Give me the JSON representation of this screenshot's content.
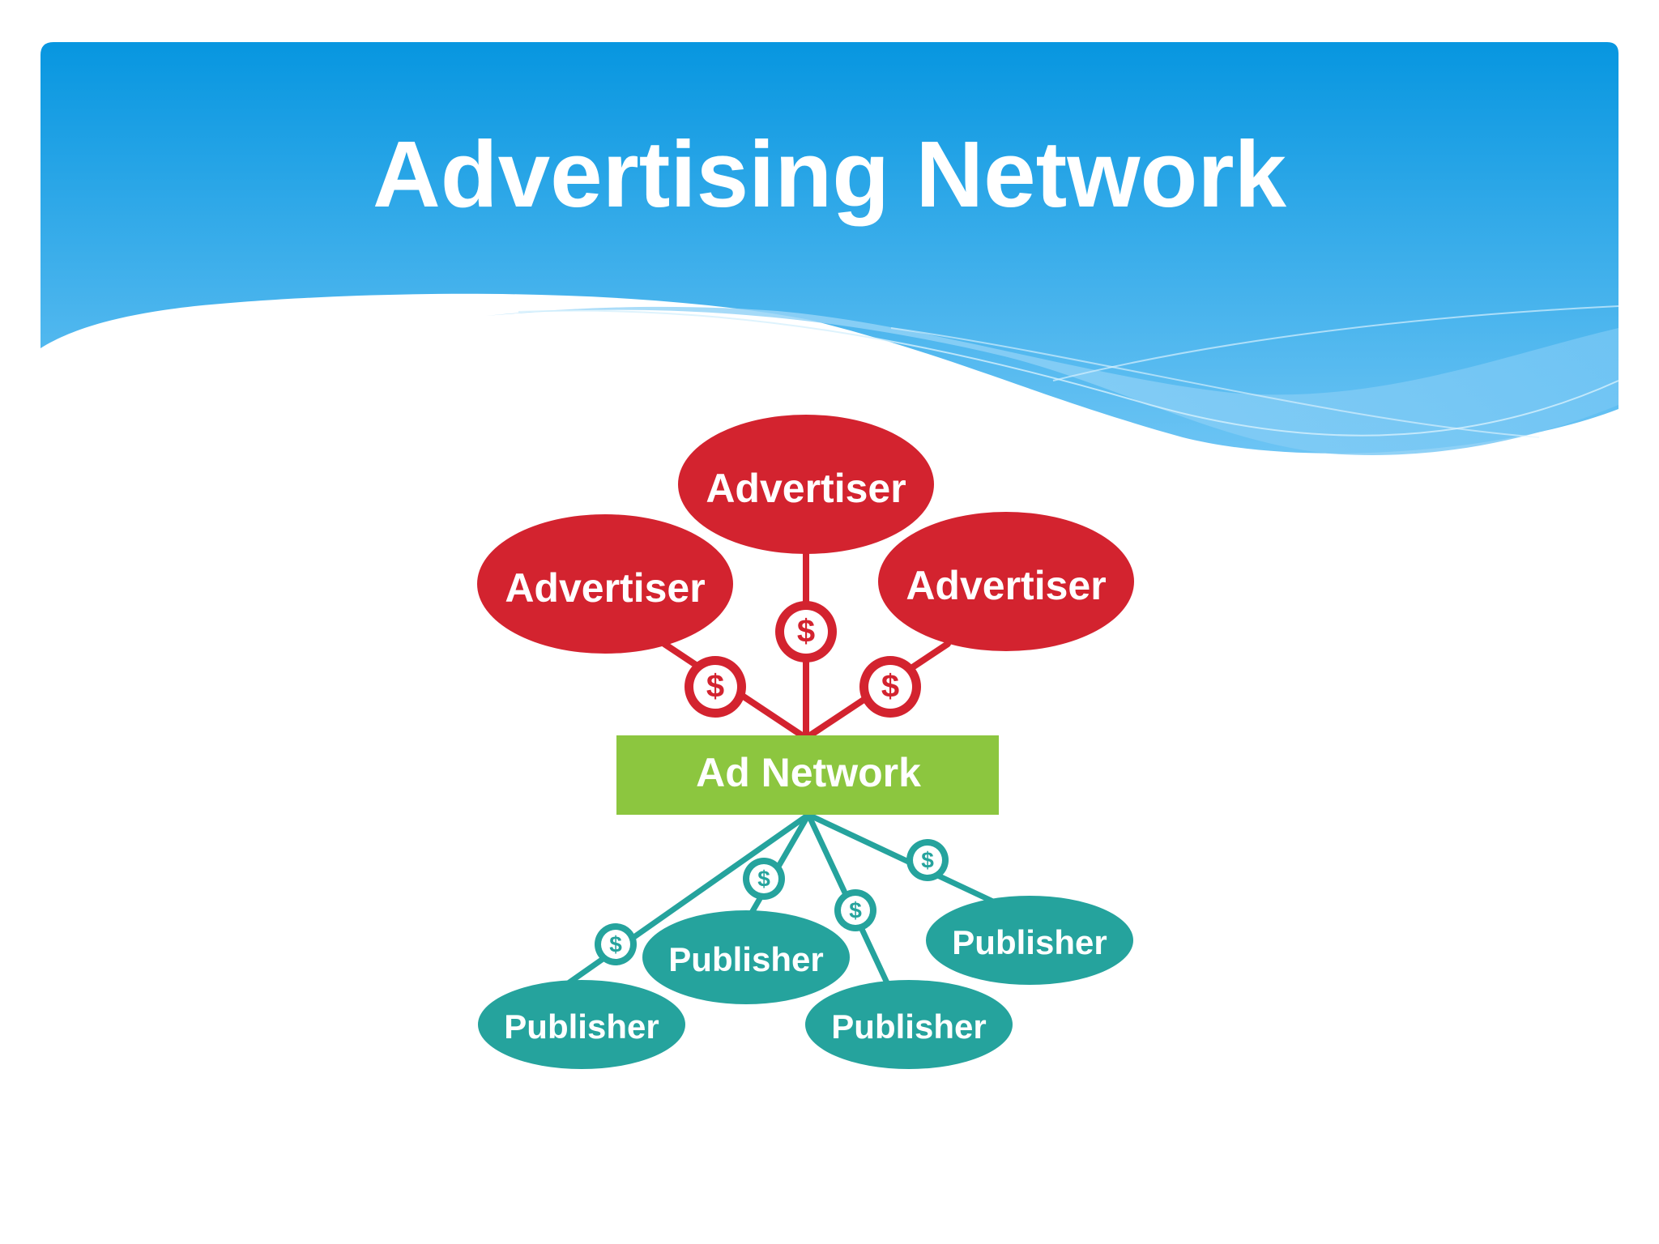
{
  "slide": {
    "title": "Advertising Network",
    "colors": {
      "banner_top": "#0796e0",
      "banner_bottom": "#6cc4f4",
      "advertiser": "#d3232f",
      "ad_network": "#8cc63f",
      "publisher": "#25a39d",
      "text": "#ffffff"
    }
  },
  "diagram": {
    "hub": {
      "label": "Ad Network",
      "icon": "ad-network-box"
    },
    "advertisers": [
      {
        "label": "Advertiser"
      },
      {
        "label": "Advertiser"
      },
      {
        "label": "Advertiser"
      }
    ],
    "publishers": [
      {
        "label": "Publisher"
      },
      {
        "label": "Publisher"
      },
      {
        "label": "Publisher"
      },
      {
        "label": "Publisher"
      }
    ],
    "payment_symbol": "$",
    "payment_icon": "dollar-coin-icon"
  }
}
